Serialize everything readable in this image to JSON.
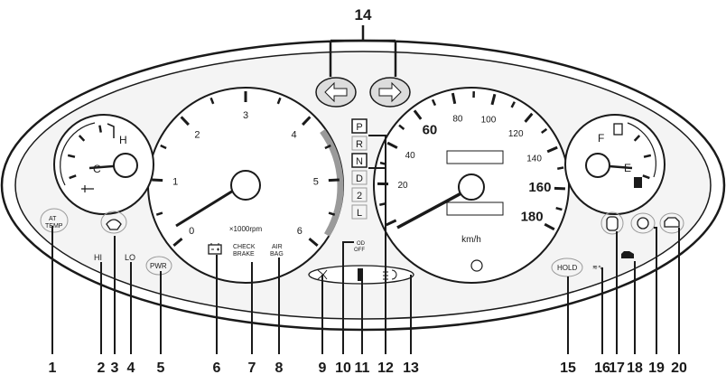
{
  "callouts": {
    "top": "14",
    "bottom": [
      "1",
      "2",
      "3",
      "4",
      "5",
      "6",
      "7",
      "8",
      "9",
      "10",
      "11",
      "12",
      "13",
      "15",
      "16",
      "17",
      "18",
      "19",
      "20"
    ]
  },
  "tachometer": {
    "ticks": [
      "0",
      "1",
      "2",
      "3",
      "4",
      "5",
      "6"
    ],
    "unit": "×1000rpm"
  },
  "speedometer": {
    "ticks": [
      "20",
      "40",
      "60",
      "80",
      "100",
      "120",
      "140",
      "160",
      "180"
    ],
    "unit": "km/h"
  },
  "temp_gauge": {
    "high": "H",
    "low": "C"
  },
  "fuel_gauge": {
    "full": "F",
    "empty": "E"
  },
  "gear_indicator": [
    "P",
    "R",
    "N",
    "D",
    "2",
    "L"
  ],
  "indicators": {
    "at_temp": "AT\nTEMP",
    "hi": "HI",
    "lo": "LO",
    "pwr": "PWR",
    "check_brake": "CHECK\nBRAKE",
    "air_bag": "AIR\nBAG",
    "od_off": "OD\nOFF",
    "hold": "HOLD"
  },
  "colors": {
    "line": "#1a1a1a",
    "panel": "#ffffff",
    "shade": "#e6e6e6"
  }
}
